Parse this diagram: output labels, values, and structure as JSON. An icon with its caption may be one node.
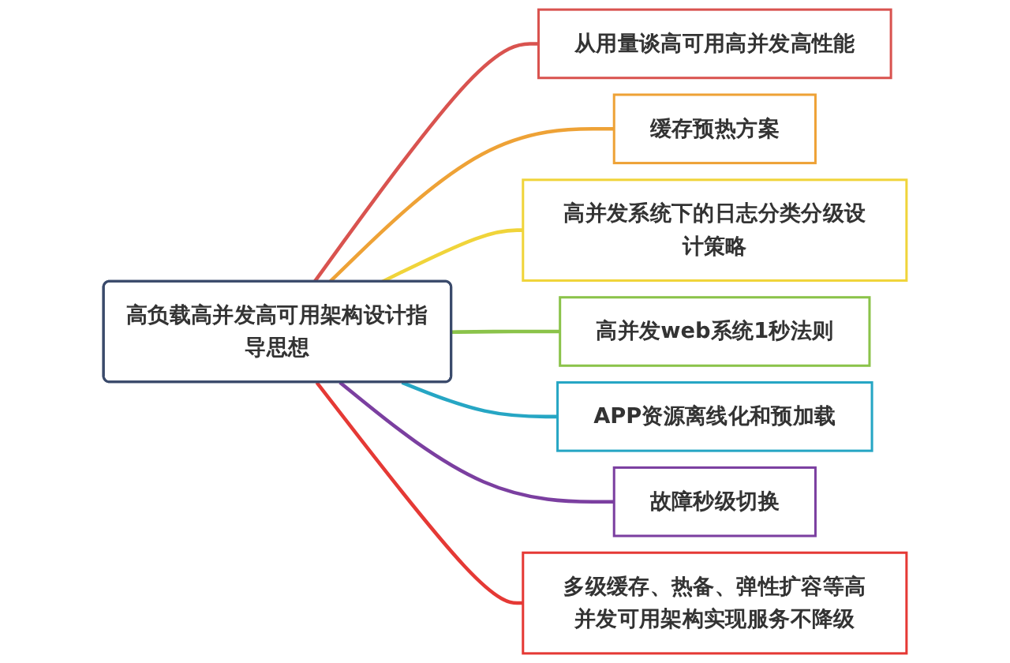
{
  "diagram": {
    "nodes": [
      {
        "text": [
          "高负载高并发高可用架构设计指导思想"
        ]
      },
      {
        "text": [
          "从用量谈高可用高并发高性能"
        ]
      },
      {
        "text": [
          "缓存预热方案"
        ]
      },
      {
        "text": [
          "高并发系统下的日志分类分级设计策略"
        ]
      },
      {
        "text": [
          "高并发web系统1秒法则"
        ]
      },
      {
        "text": [
          "APP资源离线化和预加载"
        ]
      },
      {
        "text": [
          "故障秒级切换"
        ]
      },
      {
        "text": [
          "多级缓存、热备、弹性扩容等高并发可用架构实现服务不降级"
        ]
      }
    ],
    "edges": [
      {
        "from": 0,
        "to": 1,
        "arrow": "none",
        "color": "#d9534f"
      },
      {
        "from": 0,
        "to": 2,
        "arrow": "none",
        "color": "#eea236"
      },
      {
        "from": 0,
        "to": 3,
        "arrow": "none",
        "color": "#f0d43a"
      },
      {
        "from": 0,
        "to": 4,
        "arrow": "none",
        "color": "#8bc34a"
      },
      {
        "from": 0,
        "to": 5,
        "arrow": "none",
        "color": "#26a6c4"
      },
      {
        "from": 0,
        "to": 6,
        "arrow": "none",
        "color": "#7b3fa0"
      },
      {
        "from": 0,
        "to": 7,
        "arrow": "none",
        "color": "#e53935"
      }
    ]
  }
}
